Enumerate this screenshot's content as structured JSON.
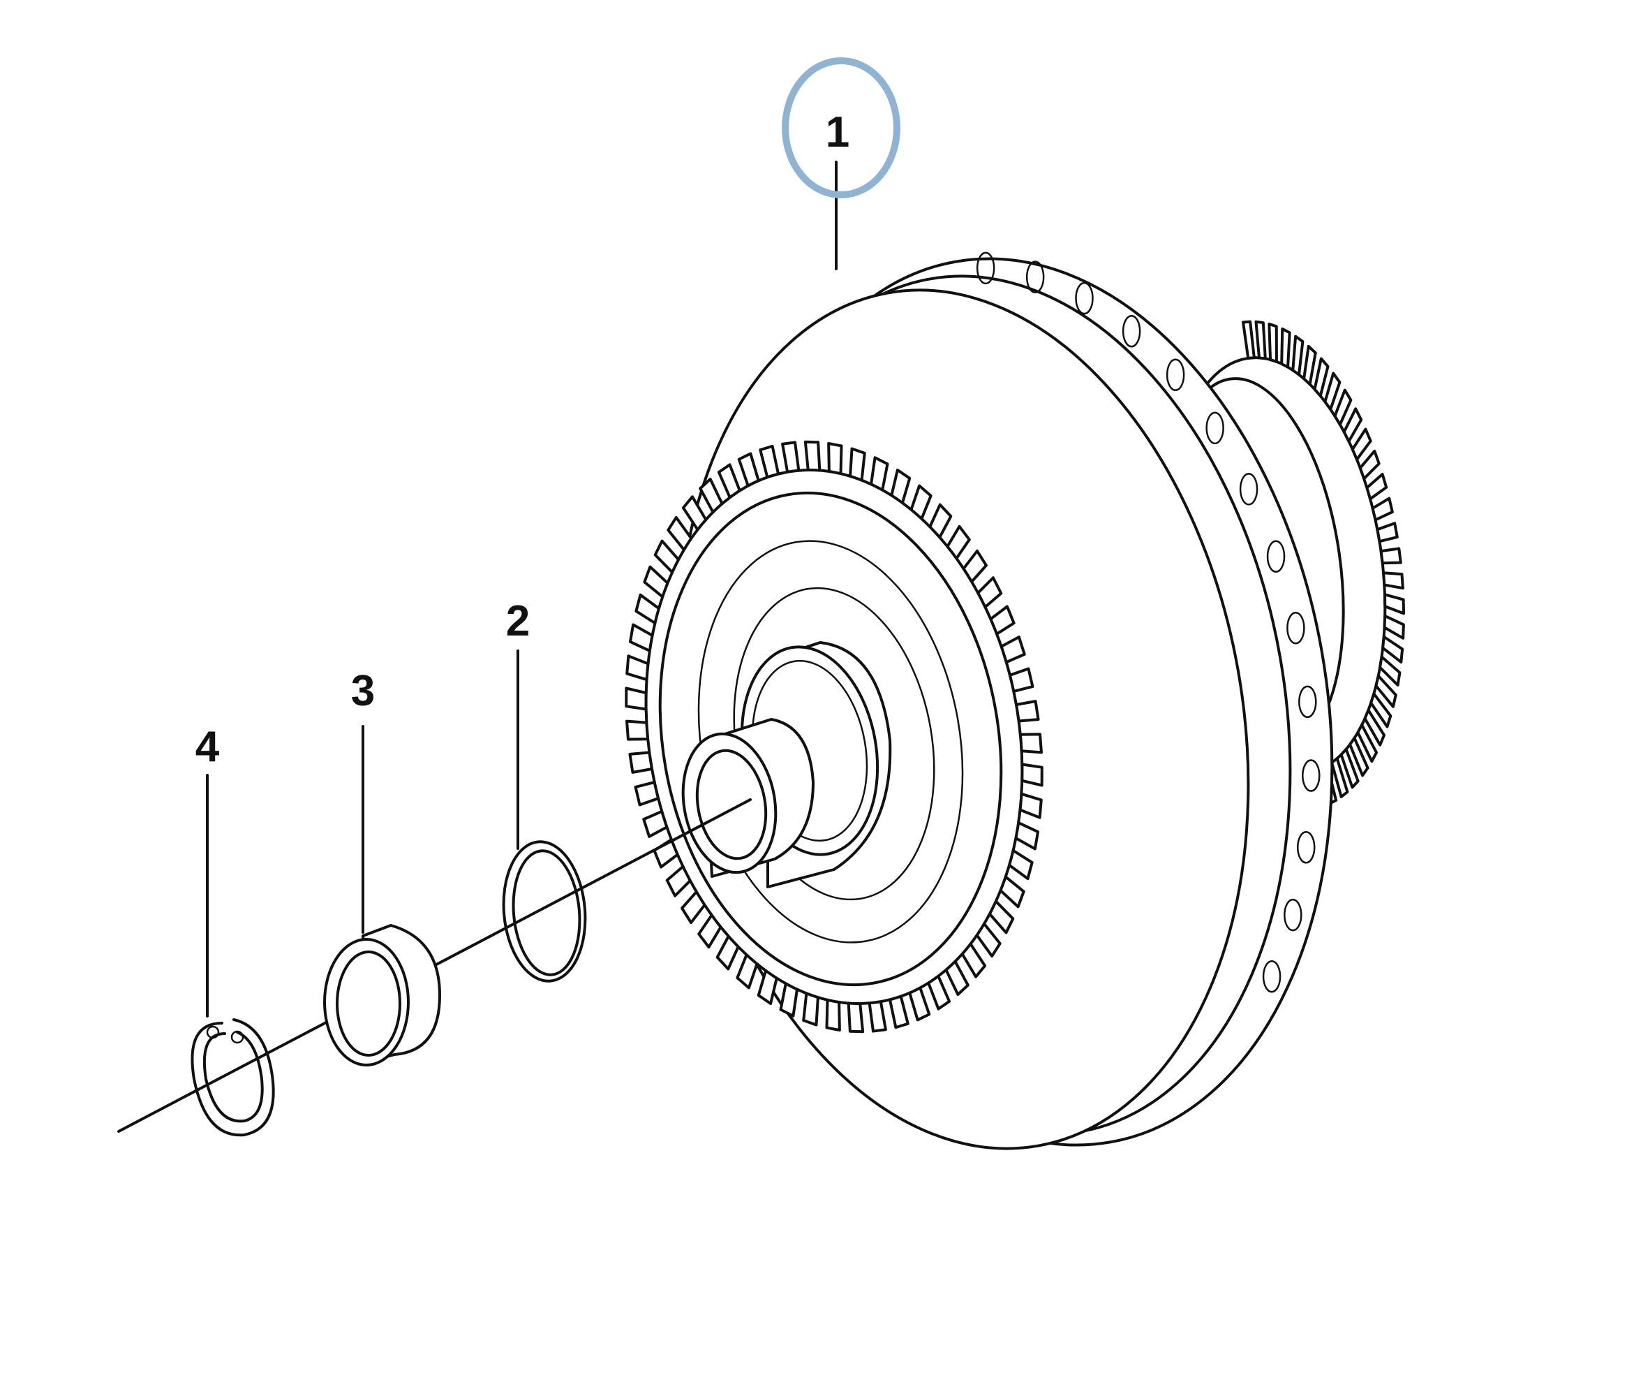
{
  "diagram": {
    "callouts": [
      {
        "id": "1",
        "label": "1",
        "part": "gear-hub-assembly",
        "highlighted": true
      },
      {
        "id": "2",
        "label": "2",
        "part": "o-ring"
      },
      {
        "id": "3",
        "label": "3",
        "part": "bushing"
      },
      {
        "id": "4",
        "label": "4",
        "part": "circlip"
      }
    ],
    "colors": {
      "line": "#111111",
      "background": "#ffffff",
      "highlight": "#8fb3d3"
    }
  }
}
